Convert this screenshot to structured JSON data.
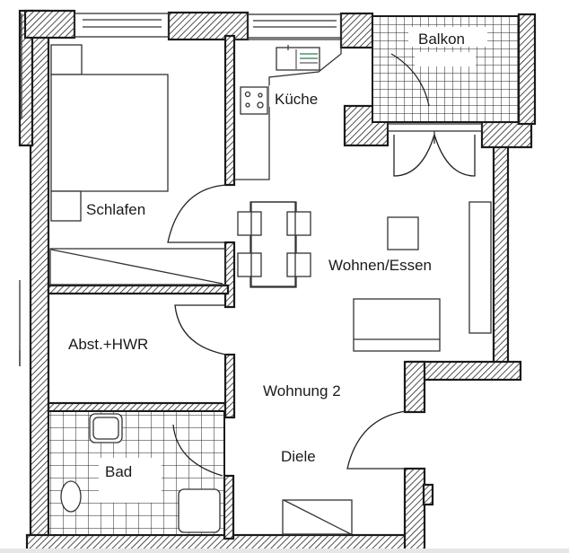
{
  "plan": {
    "title": "Wohnung 2",
    "rooms": [
      {
        "id": "schlafen",
        "label": "Schlafen"
      },
      {
        "id": "kueche",
        "label": "Küche"
      },
      {
        "id": "balkon",
        "label": "Balkon"
      },
      {
        "id": "wohnen",
        "label": "Wohnen/Essen"
      },
      {
        "id": "abst",
        "label": "Abst.+HWR"
      },
      {
        "id": "bad",
        "label": "Bad"
      },
      {
        "id": "diele",
        "label": "Diele"
      }
    ],
    "colors": {
      "wall_stroke": "#1a1a1a",
      "line": "#333333",
      "background": "#ffffff",
      "sink_accent": "#2e7d4f"
    }
  }
}
